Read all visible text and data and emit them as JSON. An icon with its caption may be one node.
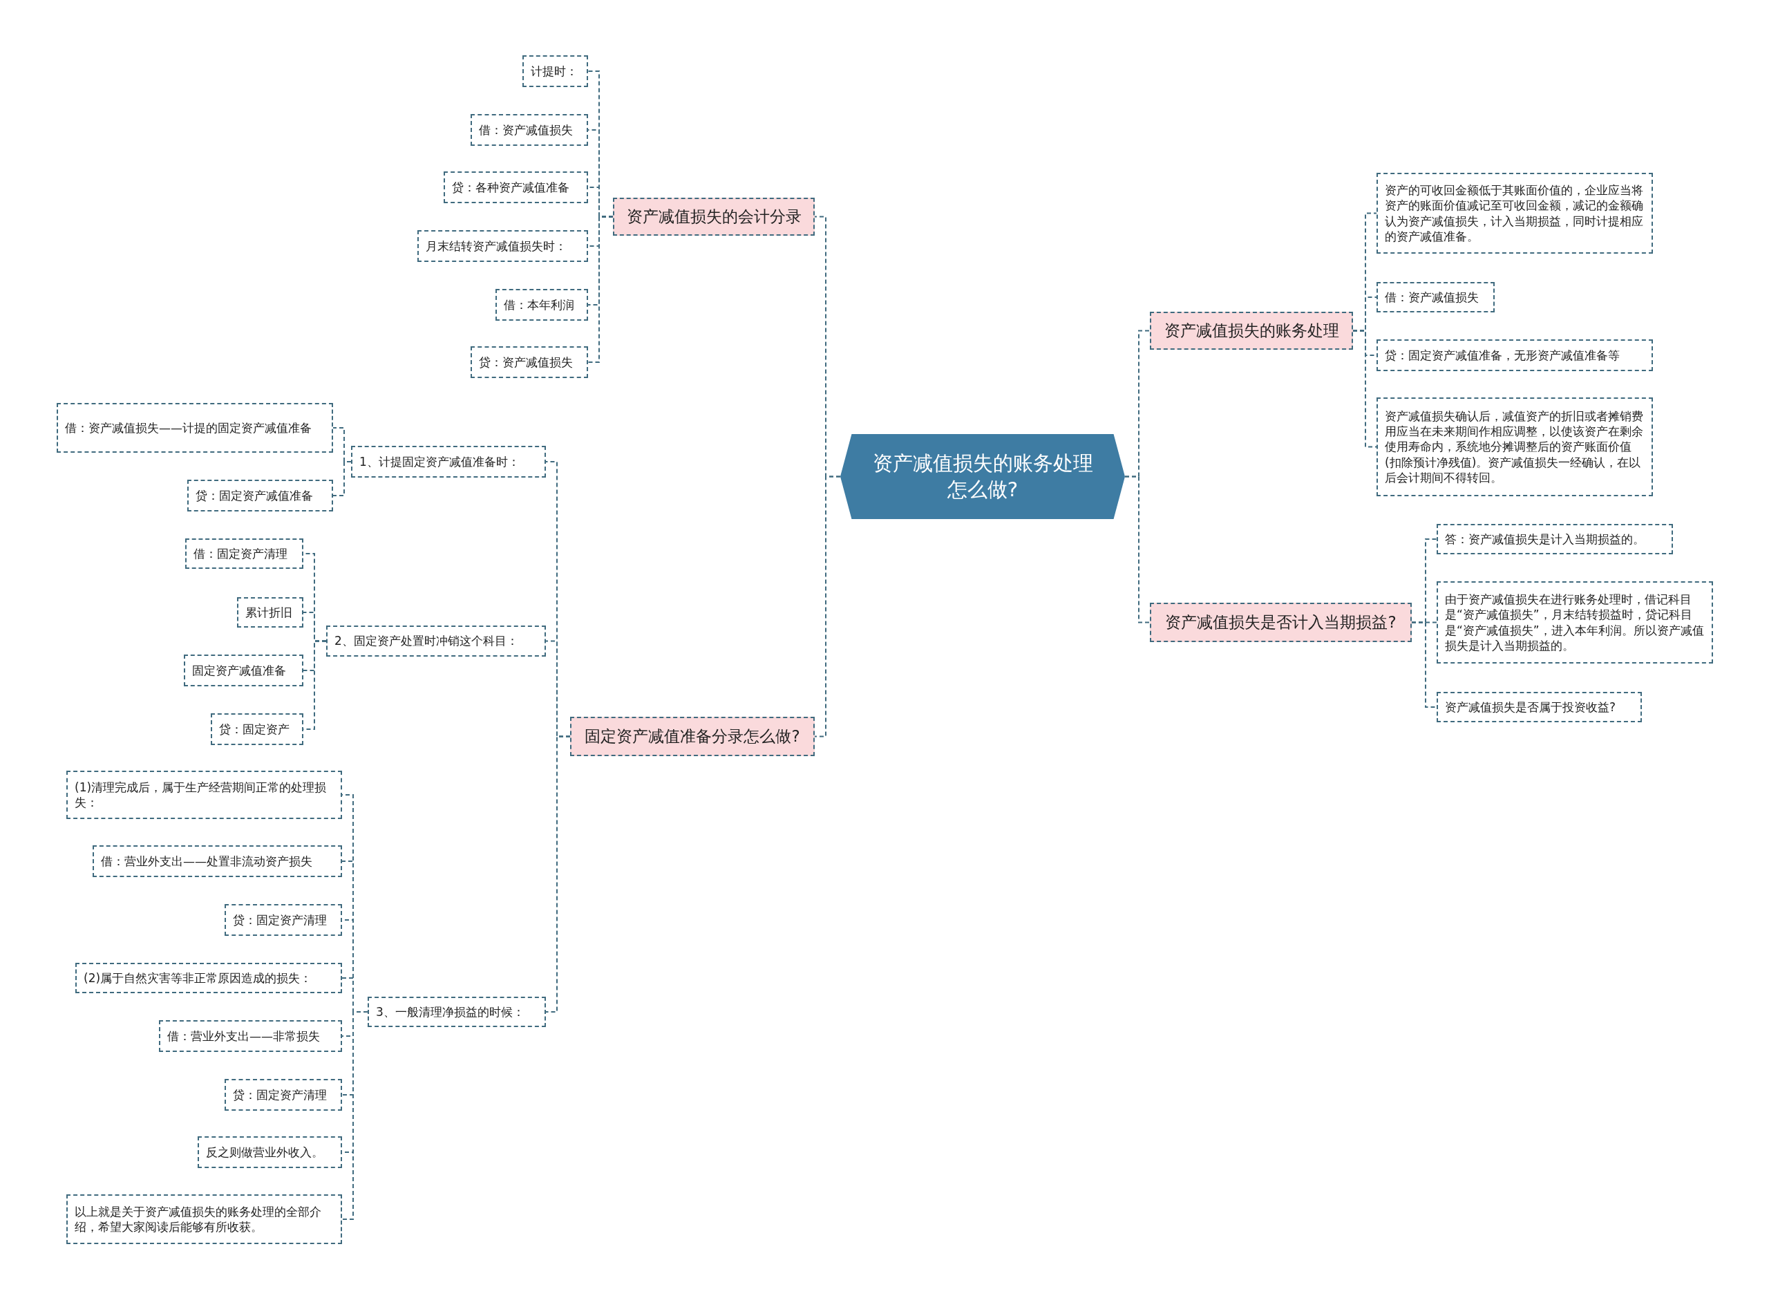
{
  "diagram": {
    "nodes": [
      {
        "text": [
          "资产减值损失的账务处理怎么做?"
        ]
      },
      {
        "text": [
          "资产减值损失的会计分录"
        ]
      },
      {
        "text": [
          "计提时："
        ]
      },
      {
        "text": [
          "借：资产减值损失"
        ]
      },
      {
        "text": [
          "贷：各种资产减值准备"
        ]
      },
      {
        "text": [
          "月末结转资产减值损失时："
        ]
      },
      {
        "text": [
          "借：本年利润"
        ]
      },
      {
        "text": [
          "贷：资产减值损失"
        ]
      },
      {
        "text": [
          "固定资产减值准备分录怎么做?"
        ]
      },
      {
        "text": [
          "1、计提固定资产减值准备时："
        ]
      },
      {
        "text": [
          "借：资产减值损失——计提的固定资产减值准备"
        ]
      },
      {
        "text": [
          "贷：固定资产减值准备"
        ]
      },
      {
        "text": [
          "2、固定资产处置时冲销这个科目："
        ]
      },
      {
        "text": [
          "借：固定资产清理"
        ]
      },
      {
        "text": [
          "累计折旧"
        ]
      },
      {
        "text": [
          "固定资产减值准备"
        ]
      },
      {
        "text": [
          "贷：固定资产"
        ]
      },
      {
        "text": [
          "3、一般清理净损益的时候："
        ]
      },
      {
        "text": [
          "(1)清理完成后，属于生产经营期间正常的处理损失："
        ]
      },
      {
        "text": [
          "借：营业外支出——处置非流动资产损失"
        ]
      },
      {
        "text": [
          "贷：固定资产清理"
        ]
      },
      {
        "text": [
          "(2)属于自然灾害等非正常原因造成的损失："
        ]
      },
      {
        "text": [
          "借：营业外支出——非常损失"
        ]
      },
      {
        "text": [
          "贷：固定资产清理"
        ]
      },
      {
        "text": [
          "反之则做营业外收入。"
        ]
      },
      {
        "text": [
          "以上就是关于资产减值损失的账务处理的全部介绍，希望大家阅读后能够有所收获。"
        ]
      },
      {
        "text": [
          "资产减值损失的账务处理"
        ]
      },
      {
        "text": [
          "资产的可收回金额低于其账面价值的，企业应当将资产的账面价值减记至可收回金额，减记的金额确认为资产减值损失，计入当期损益，同时计提相应的资产减值准备。"
        ]
      },
      {
        "text": [
          "借：资产减值损失"
        ]
      },
      {
        "text": [
          "贷：固定资产减值准备，无形资产减值准备等"
        ]
      },
      {
        "text": [
          "资产减值损失确认后，减值资产的折旧或者摊销费用应当在未来期间作相应调整，以使该资产在剩余使用寿命内，系统地分摊调整后的资产账面价值(扣除预计净残值)。资产减值损失一经确认，在以后会计期间不得转回。"
        ]
      },
      {
        "text": [
          "资产减值损失是否计入当期损益?"
        ]
      },
      {
        "text": [
          "答：资产减值损失是计入当期损益的。"
        ]
      },
      {
        "text": [
          "由于资产减值损失在进行账务处理时，借记科目是“资产减值损失”，月末结转损益时，贷记科目是“资产减值损失”，进入本年利润。所以资产减值损失是计入当期损益的。"
        ]
      },
      {
        "text": [
          "资产减值损失是否属于投资收益?"
        ]
      }
    ],
    "edges": [
      {
        "from": 0,
        "to": 1,
        "arrow": "none"
      },
      {
        "from": 1,
        "to": 2,
        "arrow": "none"
      },
      {
        "from": 1,
        "to": 3,
        "arrow": "none"
      },
      {
        "from": 1,
        "to": 4,
        "arrow": "none"
      },
      {
        "from": 1,
        "to": 5,
        "arrow": "none"
      },
      {
        "from": 1,
        "to": 6,
        "arrow": "none"
      },
      {
        "from": 1,
        "to": 7,
        "arrow": "none"
      },
      {
        "from": 0,
        "to": 8,
        "arrow": "none"
      },
      {
        "from": 8,
        "to": 9,
        "arrow": "none"
      },
      {
        "from": 9,
        "to": 10,
        "arrow": "none"
      },
      {
        "from": 9,
        "to": 11,
        "arrow": "none"
      },
      {
        "from": 8,
        "to": 12,
        "arrow": "none"
      },
      {
        "from": 12,
        "to": 13,
        "arrow": "none"
      },
      {
        "from": 12,
        "to": 14,
        "arrow": "none"
      },
      {
        "from": 12,
        "to": 15,
        "arrow": "none"
      },
      {
        "from": 12,
        "to": 16,
        "arrow": "none"
      },
      {
        "from": 8,
        "to": 17,
        "arrow": "none"
      },
      {
        "from": 17,
        "to": 18,
        "arrow": "none"
      },
      {
        "from": 17,
        "to": 19,
        "arrow": "none"
      },
      {
        "from": 17,
        "to": 20,
        "arrow": "none"
      },
      {
        "from": 17,
        "to": 21,
        "arrow": "none"
      },
      {
        "from": 17,
        "to": 22,
        "arrow": "none"
      },
      {
        "from": 17,
        "to": 23,
        "arrow": "none"
      },
      {
        "from": 17,
        "to": 24,
        "arrow": "none"
      },
      {
        "from": 17,
        "to": 25,
        "arrow": "none"
      },
      {
        "from": 0,
        "to": 26,
        "arrow": "none"
      },
      {
        "from": 26,
        "to": 27,
        "arrow": "none"
      },
      {
        "from": 26,
        "to": 28,
        "arrow": "none"
      },
      {
        "from": 26,
        "to": 29,
        "arrow": "none"
      },
      {
        "from": 26,
        "to": 30,
        "arrow": "none"
      },
      {
        "from": 0,
        "to": 31,
        "arrow": "none"
      },
      {
        "from": 31,
        "to": 32,
        "arrow": "none"
      },
      {
        "from": 31,
        "to": 33,
        "arrow": "none"
      },
      {
        "from": 31,
        "to": 34,
        "arrow": "none"
      }
    ]
  }
}
